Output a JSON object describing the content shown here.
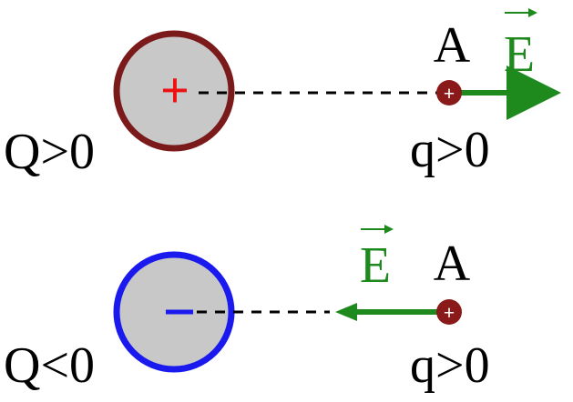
{
  "colors": {
    "sphere_fill": "#c8c8c8",
    "positive_ring": "#7a1a1a",
    "negative_ring": "#1a1aee",
    "plus_sign": "#ee1111",
    "minus_sign": "#1a1aee",
    "field_arrow": "#1e8a1e",
    "test_charge": "#8a1a1a",
    "text": "#000000"
  },
  "top": {
    "source_charge_label": "Q>0",
    "source_sign": "+",
    "point_label": "A",
    "field_label": "E",
    "test_charge_label": "q>0",
    "test_sign": "+"
  },
  "bottom": {
    "source_charge_label": "Q<0",
    "source_sign": "−",
    "point_label": "A",
    "field_label": "E",
    "test_charge_label": "q>0",
    "test_sign": "+"
  }
}
